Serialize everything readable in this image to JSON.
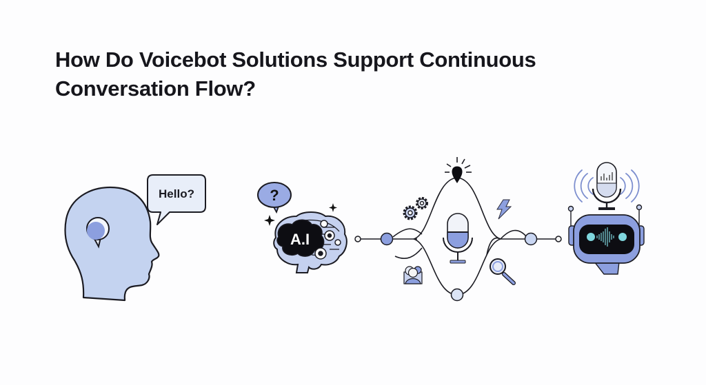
{
  "title": {
    "line1": "How Do Voicebot Solutions Support Continuous",
    "line2": "Conversation Flow?"
  },
  "illustration": {
    "human": {
      "speech_bubble_text": "Hello?",
      "icons": [
        "head-profile-icon",
        "thought-bubble-icon",
        "speech-bubble-icon"
      ]
    },
    "ai_brain": {
      "label": "A.I",
      "question_bubble_text": "?",
      "icons": [
        "brain-icon",
        "gear-icon",
        "sparkle-icon",
        "question-bubble-icon"
      ]
    },
    "flow": {
      "icons": [
        "lightbulb-icon",
        "gears-icon",
        "lightning-icon",
        "microphone-icon",
        "users-icon",
        "magnifier-icon"
      ],
      "nodes": [
        "start-node",
        "left-node",
        "bottom-node",
        "right-node",
        "end-node"
      ]
    },
    "voicebot": {
      "icons": [
        "studio-microphone-icon",
        "sound-waves-icon",
        "robot-head-icon",
        "waveform-icon"
      ]
    }
  },
  "colors": {
    "accent": "#8b9de0",
    "light_fill": "#c9d6f2",
    "pale_fill": "#e6edf8",
    "outline": "#1b1b22",
    "screen": "#0d0d12",
    "eye": "#7fd6dd",
    "background": "#fdfdfe"
  }
}
